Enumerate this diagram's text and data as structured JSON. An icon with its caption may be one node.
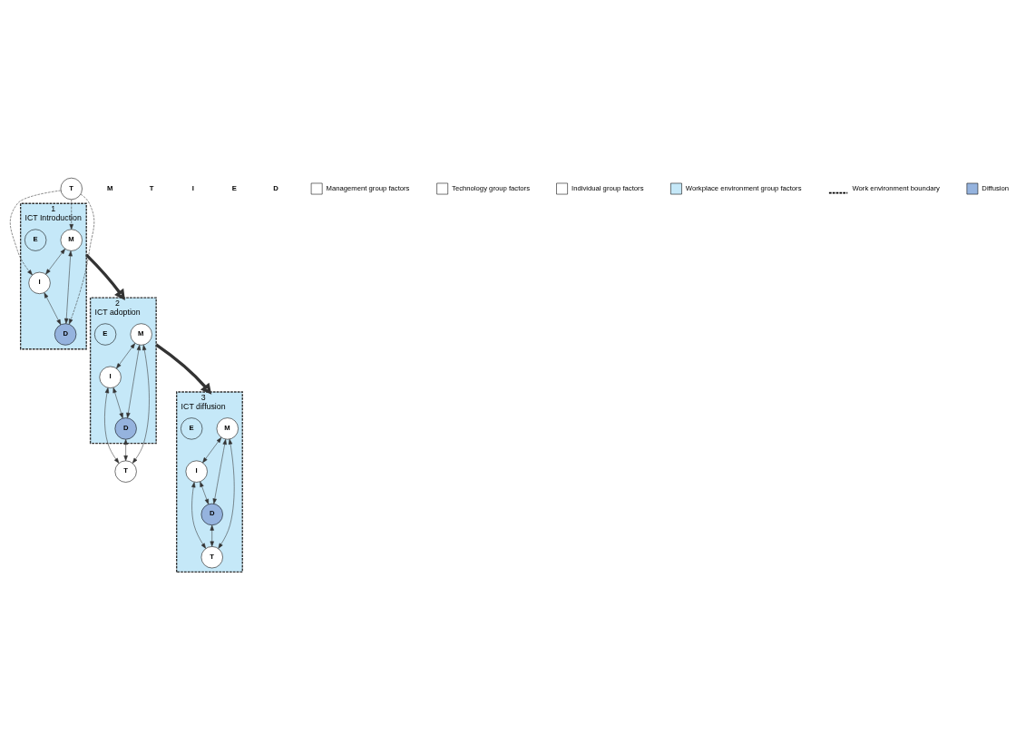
{
  "diagram": {
    "nodes": [
      {
        "text": [
          "1",
          "ICT Introduction"
        ]
      },
      {
        "text": [
          "M"
        ],
        "in": 0
      },
      {
        "text": [
          "E"
        ],
        "in": 0
      },
      {
        "text": [
          "D"
        ],
        "in": 0
      },
      {
        "text": [
          "I"
        ],
        "in": 0
      },
      {
        "text": [
          "T"
        ]
      },
      {
        "text": [
          "2",
          "ICT adoption"
        ]
      },
      {
        "text": [
          "M"
        ],
        "in": 6
      },
      {
        "text": [
          "E"
        ],
        "in": 6
      },
      {
        "text": [
          "D"
        ],
        "in": 6
      },
      {
        "text": [
          "I"
        ],
        "in": 6
      },
      {
        "text": [
          "T"
        ]
      },
      {
        "text": [
          "3",
          "ICT diffusion"
        ]
      },
      {
        "text": [
          "M"
        ],
        "in": 12
      },
      {
        "text": [
          "E"
        ],
        "in": 12
      },
      {
        "text": [
          "D"
        ],
        "in": 12
      },
      {
        "text": [
          "I"
        ],
        "in": 12
      },
      {
        "text": [
          "T"
        ],
        "in": 12
      }
    ],
    "edges": [
      {
        "from": 1,
        "to": 3,
        "arrow": "both"
      },
      {
        "from": 1,
        "to": 4,
        "arrow": "both"
      },
      {
        "from": 4,
        "to": 3,
        "arrow": "both"
      },
      {
        "from": 5,
        "to": 1,
        "arrow": "to",
        "style": "dashed"
      },
      {
        "from": 5,
        "to": 3,
        "arrow": "to",
        "style": "dashed"
      },
      {
        "from": 5,
        "to": 4,
        "arrow": "to",
        "style": "dashed"
      },
      {
        "from": 0,
        "to": 6,
        "arrow": "to",
        "style": "thick"
      },
      {
        "from": 7,
        "to": 10,
        "arrow": "both"
      },
      {
        "from": 7,
        "to": 9,
        "arrow": "both"
      },
      {
        "from": 7,
        "to": 11,
        "arrow": "both"
      },
      {
        "from": 10,
        "to": 9,
        "arrow": "both"
      },
      {
        "from": 9,
        "to": 11,
        "arrow": "both"
      },
      {
        "from": 10,
        "to": 11,
        "arrow": "both"
      },
      {
        "from": 6,
        "to": 12,
        "arrow": "to",
        "style": "thick"
      },
      {
        "from": 13,
        "to": 16,
        "arrow": "both"
      },
      {
        "from": 13,
        "to": 15,
        "arrow": "both"
      },
      {
        "from": 13,
        "to": 17,
        "arrow": "both"
      },
      {
        "from": 16,
        "to": 15,
        "arrow": "both"
      },
      {
        "from": 15,
        "to": 17,
        "arrow": "both"
      },
      {
        "from": 16,
        "to": 17,
        "arrow": "both"
      }
    ],
    "labels": [
      "M",
      "T",
      "I",
      "E",
      "D"
    ],
    "legend": [
      {
        "text": "Management group factors",
        "color": "#ffffff"
      },
      {
        "text": "Technology group factors",
        "color": "#ffffff"
      },
      {
        "text": "Individual group factors",
        "color": "#ffffff"
      },
      {
        "text": "Workplace environment group factors",
        "color": "#c5e8f8"
      },
      {
        "text": "Work environment boundary"
      },
      {
        "text": "Diffusion",
        "color": "#95b3de"
      }
    ]
  }
}
